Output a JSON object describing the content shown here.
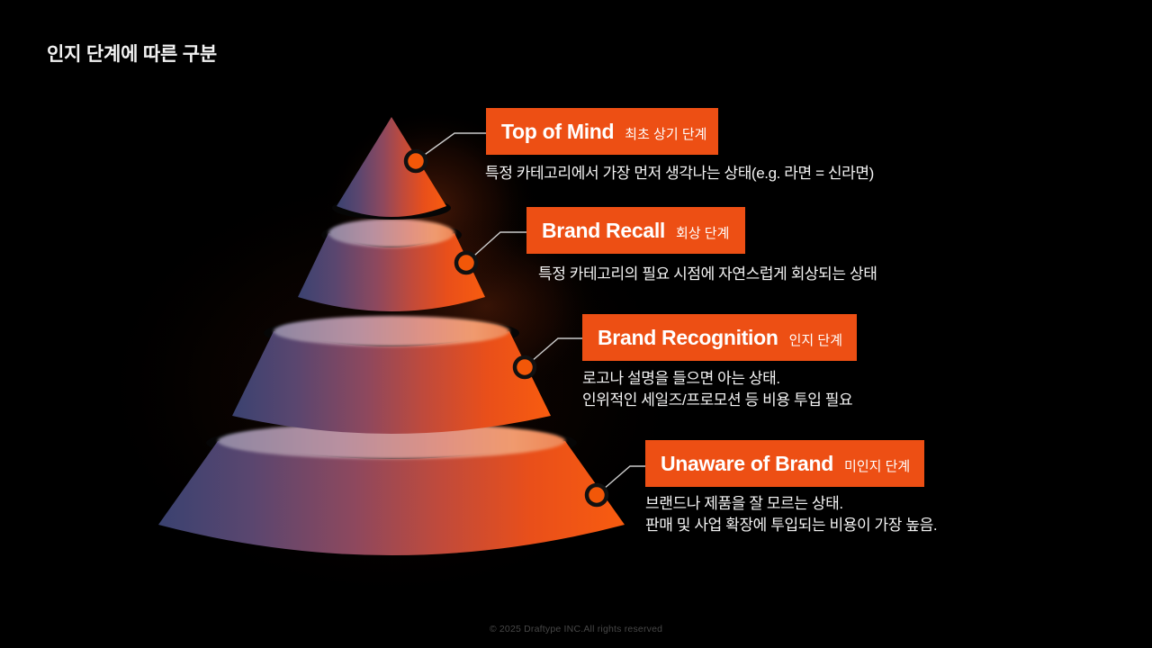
{
  "page": {
    "title": "인지 단계에 따른 구분",
    "footer": "© 2025 Draftype INC.All rights reserved"
  },
  "colors": {
    "background": "#000000",
    "accent_orange": "#ED4F14",
    "cone_left_blue": "#3A4270",
    "cone_right_orange": "#F85C0F",
    "connector_line_gray": "#CCCCCC",
    "dot_orange": "#F25708",
    "text_white": "#FFFFFF",
    "footer_gray": "#474747"
  },
  "diagram": {
    "type": "pyramid-funnel",
    "layers_top_to_bottom": [
      "Top of Mind",
      "Brand Recall",
      "Brand Recognition",
      "Unaware of Brand"
    ]
  },
  "stages": [
    {
      "name": "Top of Mind",
      "korean_label": "최초 상기 단계",
      "description": "특정 카테고리에서 가장 먼저 생각나는 상태(e.g. 라면 = 신라면)"
    },
    {
      "name": "Brand Recall",
      "korean_label": "회상 단계",
      "description": "특정 카테고리의 필요 시점에 자연스럽게 회상되는 상태"
    },
    {
      "name": "Brand Recognition",
      "korean_label": "인지 단계",
      "description": "로고나 설명을 들으면 아는 상태.\n인위적인 세일즈/프로모션 등 비용 투입 필요"
    },
    {
      "name": "Unaware of Brand",
      "korean_label": "미인지 단계",
      "description": "브랜드나 제품을 잘 모르는 상태.\n판매 및 사업 확장에 투입되는 비용이 가장 높음."
    }
  ]
}
